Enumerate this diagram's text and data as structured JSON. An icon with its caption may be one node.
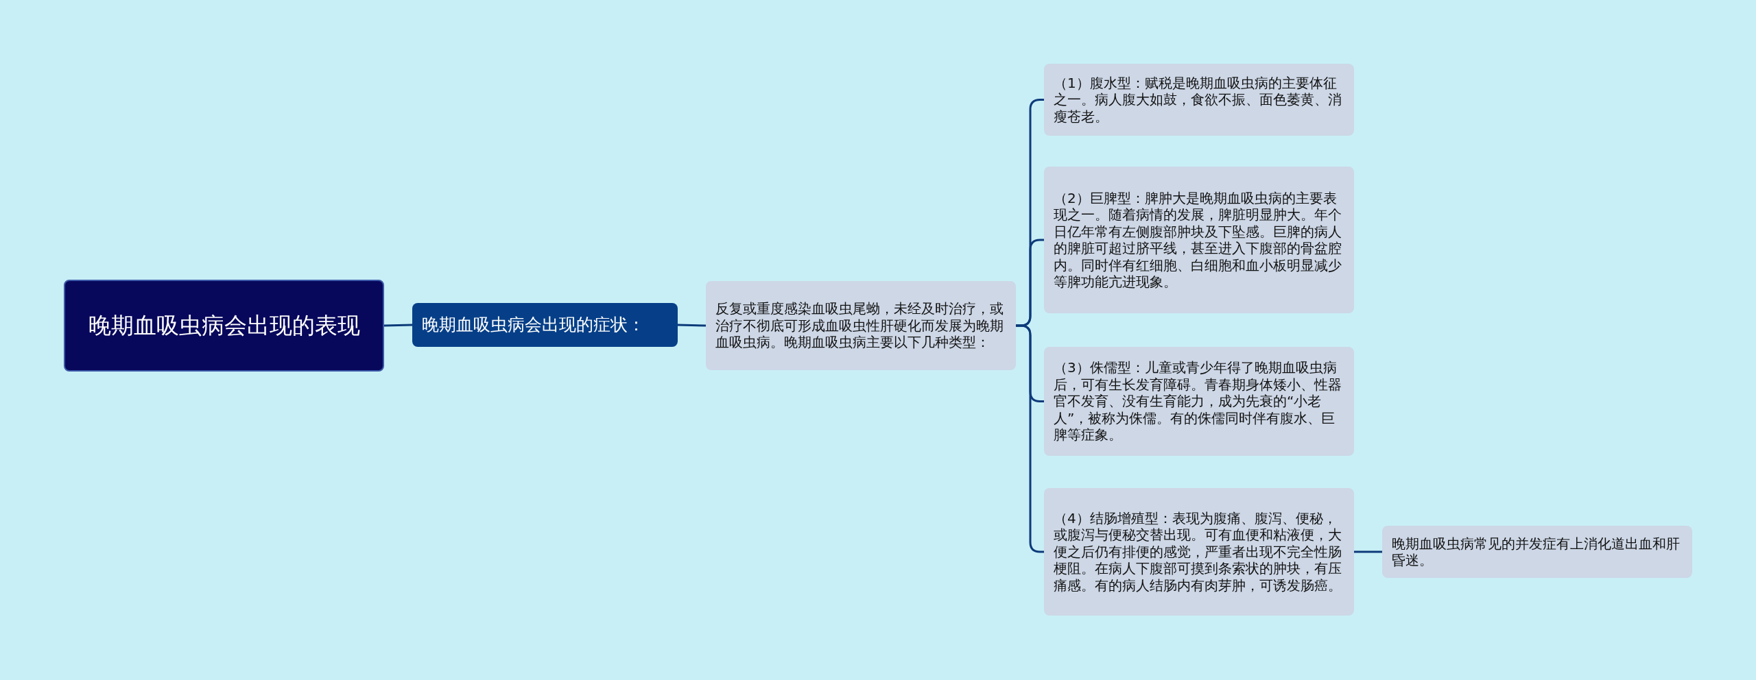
{
  "diagram": {
    "nodes": [
      {
        "text": [
          "晚期血吸虫病会出现的表现"
        ]
      },
      {
        "text": [
          "晚期血吸虫病会出现的症状："
        ]
      },
      {
        "text": [
          "反复或重度感染血吸虫尾蚴，未经及时治疗，或治疗不彻底可形成血吸虫性肝硬化而发展为晚期血吸虫病。晚期血吸虫病主要以下几种类型："
        ]
      },
      {
        "text": [
          "（1）腹水型：赋税是晚期血吸虫病的主要体征之一。病人腹大如鼓，食欲不振、面色萎黄、消瘦苍老。"
        ]
      },
      {
        "text": [
          "（2）巨脾型：脾肿大是晚期血吸虫病的主要表现之一。随着病情的发展，脾脏明显肿大。年个日亿年常有左侧腹部肿块及下坠感。巨脾的病人的脾脏可超过脐平线，甚至进入下腹部的骨盆腔内。同时伴有红细胞、白细胞和血小板明显减少等脾功能亢进现象。"
        ]
      },
      {
        "text": [
          "（3）侏儒型：儿童或青少年得了晚期血吸虫病后，可有生长发育障碍。青春期身体矮小、性器官不发育、没有生育能力，成为先衰的“小老人”，被称为侏儒。有的侏儒同时伴有腹水、巨脾等症象。"
        ]
      },
      {
        "text": [
          "（4）结肠增殖型：表现为腹痛、腹泻、便秘，或腹泻与便秘交替出现。可有血便和粘液便，大便之后仍有排便的感觉，严重者出现不完全性肠梗阻。在病人下腹部可摸到条索状的肿块，有压痛感。有的病人结肠内有肉芽肿，可诱发肠癌。"
        ]
      },
      {
        "text": [
          "晚期血吸虫病常见的并发症有上消化道出血和肝昏迷。"
        ]
      }
    ],
    "edges": [
      {
        "from": 0,
        "to": 1,
        "arrow": "none"
      },
      {
        "from": 1,
        "to": 2,
        "arrow": "none"
      },
      {
        "from": 2,
        "to": 3,
        "arrow": "none"
      },
      {
        "from": 2,
        "to": 4,
        "arrow": "none"
      },
      {
        "from": 2,
        "to": 5,
        "arrow": "none"
      },
      {
        "from": 2,
        "to": 6,
        "arrow": "none"
      },
      {
        "from": 6,
        "to": 7,
        "arrow": "none"
      }
    ]
  }
}
